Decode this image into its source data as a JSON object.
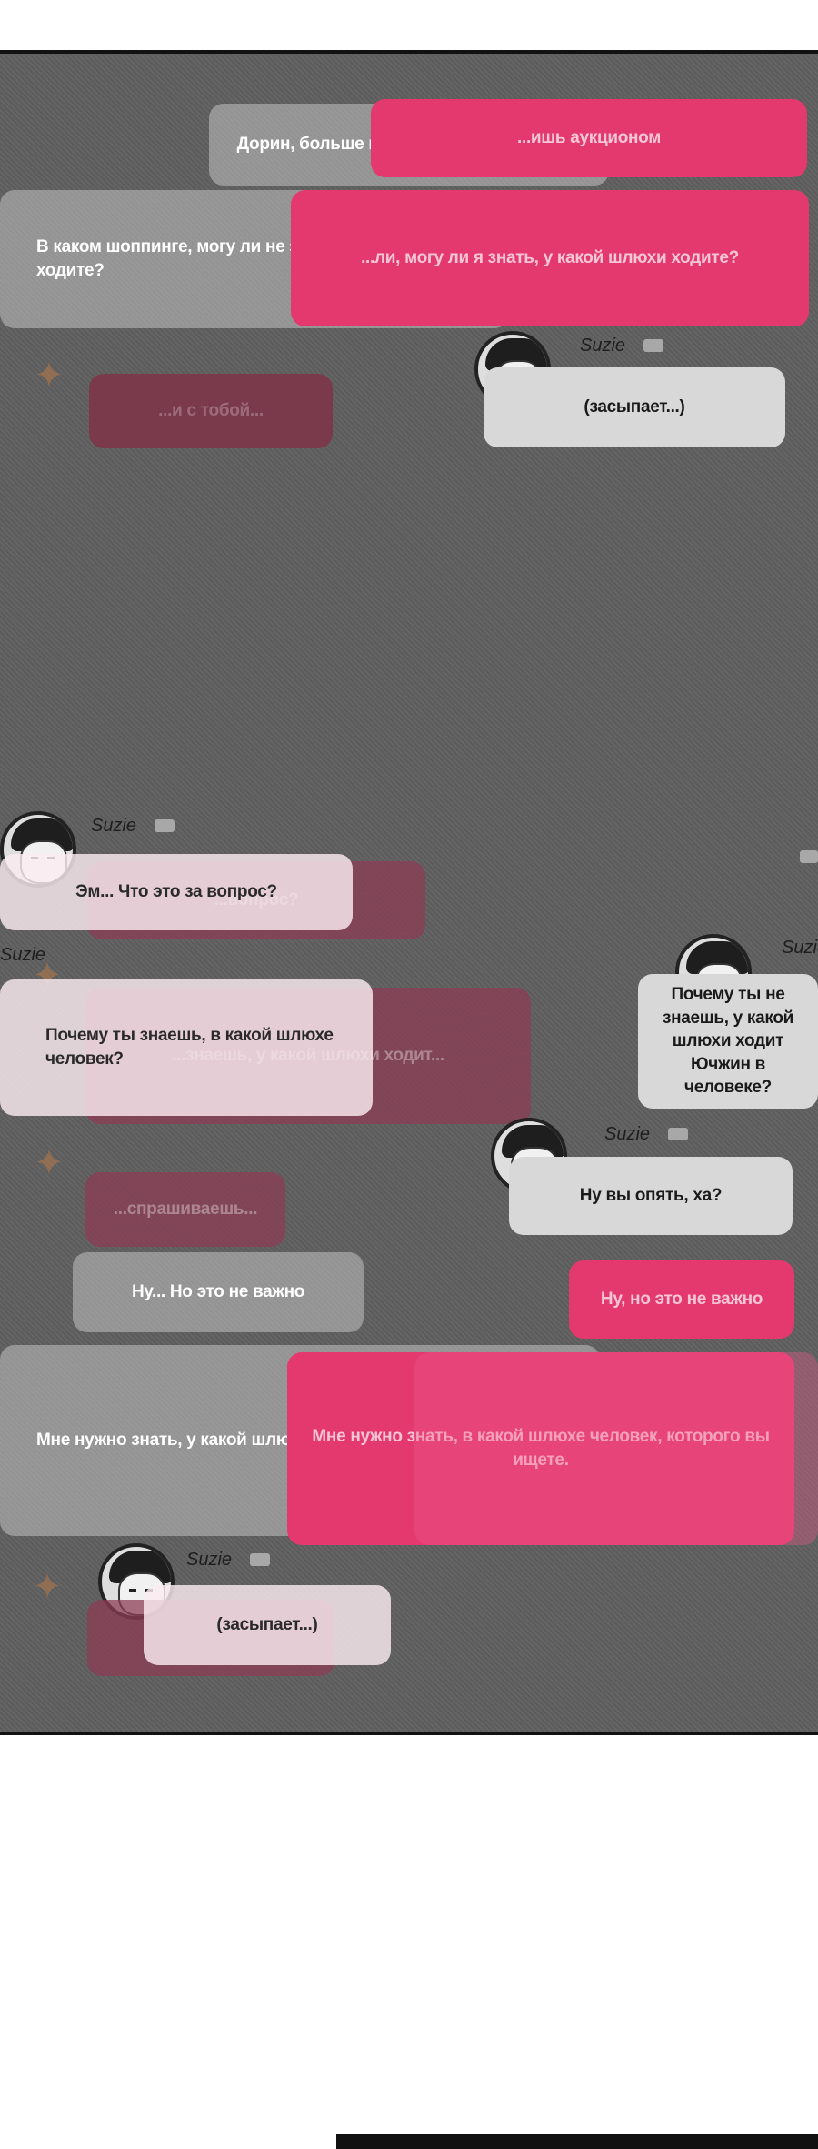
{
  "chat": {
    "sender_name": "Suzie",
    "messages": {
      "m1_gray": "Дорин, больше не занимаюсь аукционом",
      "m1_pink": "...ишь аукционом",
      "m2_gray": "В каком шоппинге, могу ли не знать, у какой шикапы ходите?",
      "m2_pink": "...ли, могу ли я знать, у какой шлюхи ходите?",
      "m3_maroon": "...и с тобой...",
      "m3_suzie": "(засыпает...)",
      "m4_suzie": "Эм... Что это за вопрос?",
      "m4_maroon": "...вопрос?",
      "m5_suzie": "Почему ты не знаешь, у какой шлюхи ходит Ючжин в человеке?",
      "m5_left": "Почему ты знаешь, в какой шлюхе человек?",
      "m5_maroon": "...знаешь, у какой шлюхи ходит...",
      "m6_maroon": "...спрашиваешь...",
      "m6_suzie": "Ну вы опять, ха?",
      "m7_gray": "Ну... Но это не важно",
      "m7_pink": "Ну, но это не важно",
      "m8_gray": "Мне нужно знать, у какой шлюхи!",
      "m8_pink": "Мне нужно знать, в какой шлюхе человек, которого вы ищете.",
      "m9_suzie": "(засыпает...)"
    }
  },
  "colors": {
    "panel_bg": "#5f5f5f",
    "pink": "#e4396f",
    "gray_bubble": "#d8d8d8",
    "maroon": "#7a3a4c"
  },
  "icons": [
    "avatar-icon",
    "fox-icon",
    "level-chip-icon"
  ]
}
